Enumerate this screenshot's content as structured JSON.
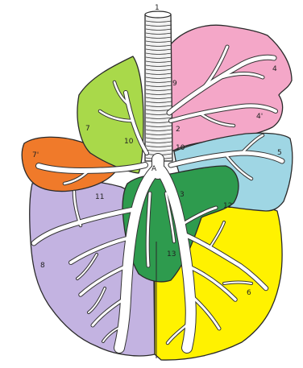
{
  "diagram": {
    "colors": {
      "pink": "#f4a7c8",
      "light_green": "#a9d94a",
      "orange": "#f07a2a",
      "light_blue": "#9fd6e4",
      "purple": "#c3b3e1",
      "yellow": "#fff200",
      "dark_green": "#2e9b4e",
      "trachea": "#f2f2f2"
    },
    "labels": {
      "l1": "1",
      "l2": "2",
      "l3": "3",
      "l4": "4",
      "l4p": "4'",
      "l5": "5",
      "l6": "6",
      "l7": "7",
      "l7p": "7'",
      "l8": "8",
      "l9": "9",
      "l10a": "10",
      "l10b": "10",
      "l11": "11",
      "l12": "12",
      "lA": "A",
      "l13": "13"
    }
  }
}
